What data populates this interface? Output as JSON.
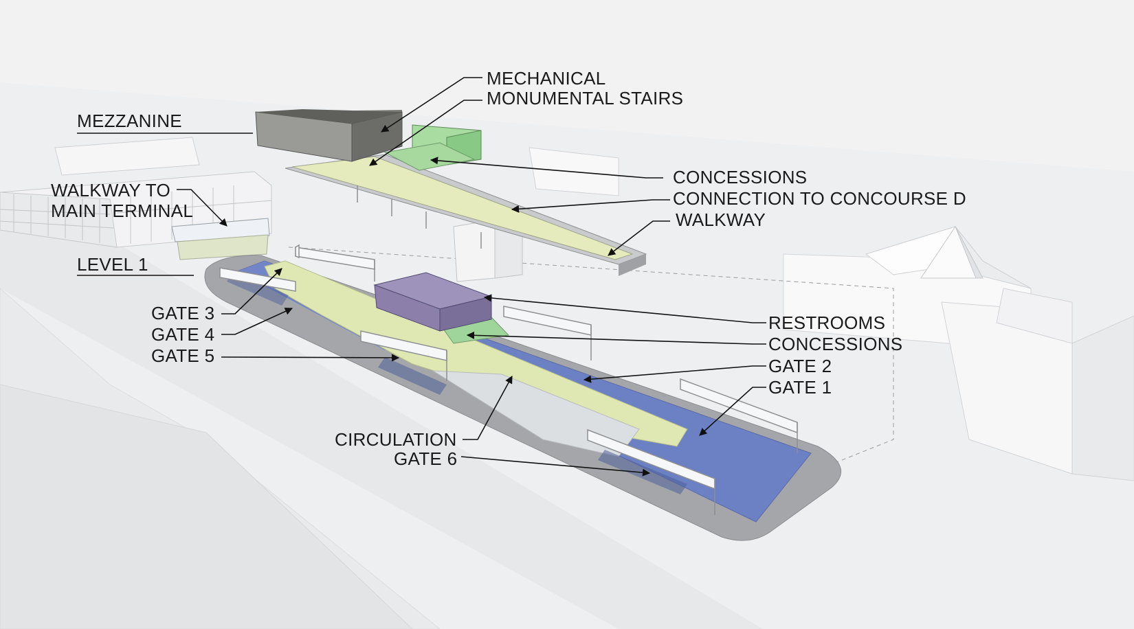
{
  "colors": {
    "background": "#f4f4f5",
    "ground": "#eeeff1",
    "buildings": "#fbfbfc",
    "platform_edge": "#a4a6a9",
    "gate_floor": "#6c80c4",
    "circulation": "#dfe7b3",
    "concessions": "#9fd59a",
    "restrooms": "#8c80ab",
    "mechanical": "#6f706c",
    "leader_line": "#1a1a1a"
  },
  "labels": {
    "mechanical": "MECHANICAL",
    "monumental_stairs": "MONUMENTAL STAIRS",
    "mezzanine": "MEZZANINE",
    "concessions_upper": "CONCESSIONS",
    "connection_concourse_d": "CONNECTION TO CONCOURSE D",
    "walkway": "WALKWAY",
    "walkway_to_main_terminal_1": "WALKWAY TO",
    "walkway_to_main_terminal_2": "MAIN TERMINAL",
    "level_1": "LEVEL 1",
    "gate_3": "GATE 3",
    "gate_4": "GATE 4",
    "gate_5": "GATE 5",
    "restrooms": "RESTROOMS",
    "concessions_lower": "CONCESSIONS",
    "gate_2": "GATE 2",
    "gate_1": "GATE 1",
    "circulation": "CIRCULATION",
    "gate_6": "GATE 6"
  }
}
